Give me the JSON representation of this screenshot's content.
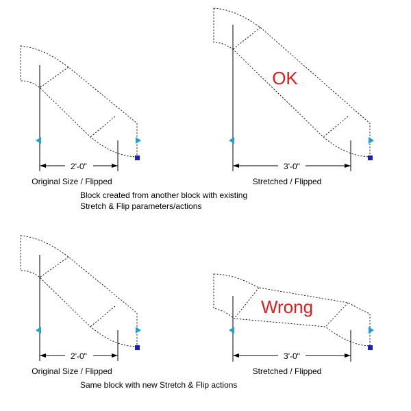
{
  "panels": {
    "top_left": {
      "dimension": "2'-0\"",
      "label": "Original Size / Flipped"
    },
    "top_right": {
      "dimension": "3'-0\"",
      "label": "Stretched / Flipped",
      "mark": "OK"
    },
    "bottom_left": {
      "dimension": "2'-0\"",
      "label": "Original Size / Flipped"
    },
    "bottom_right": {
      "dimension": "3'-0\"",
      "label": "Stretched / Flipped",
      "mark": "Wrong"
    }
  },
  "captions": {
    "top_line1": "Block created from another block with existing",
    "top_line2": "Stretch & Flip parameters/actions",
    "bottom": "Same block with new Stretch & Flip actions"
  },
  "colors": {
    "mark": "#e31b1b",
    "grip_arrow": "#1fa0d8",
    "grip_square": "#1a1ad0"
  },
  "icons": {
    "flip_grip": "triangle-arrow-icon",
    "stretch_grip": "square-grip-icon"
  }
}
